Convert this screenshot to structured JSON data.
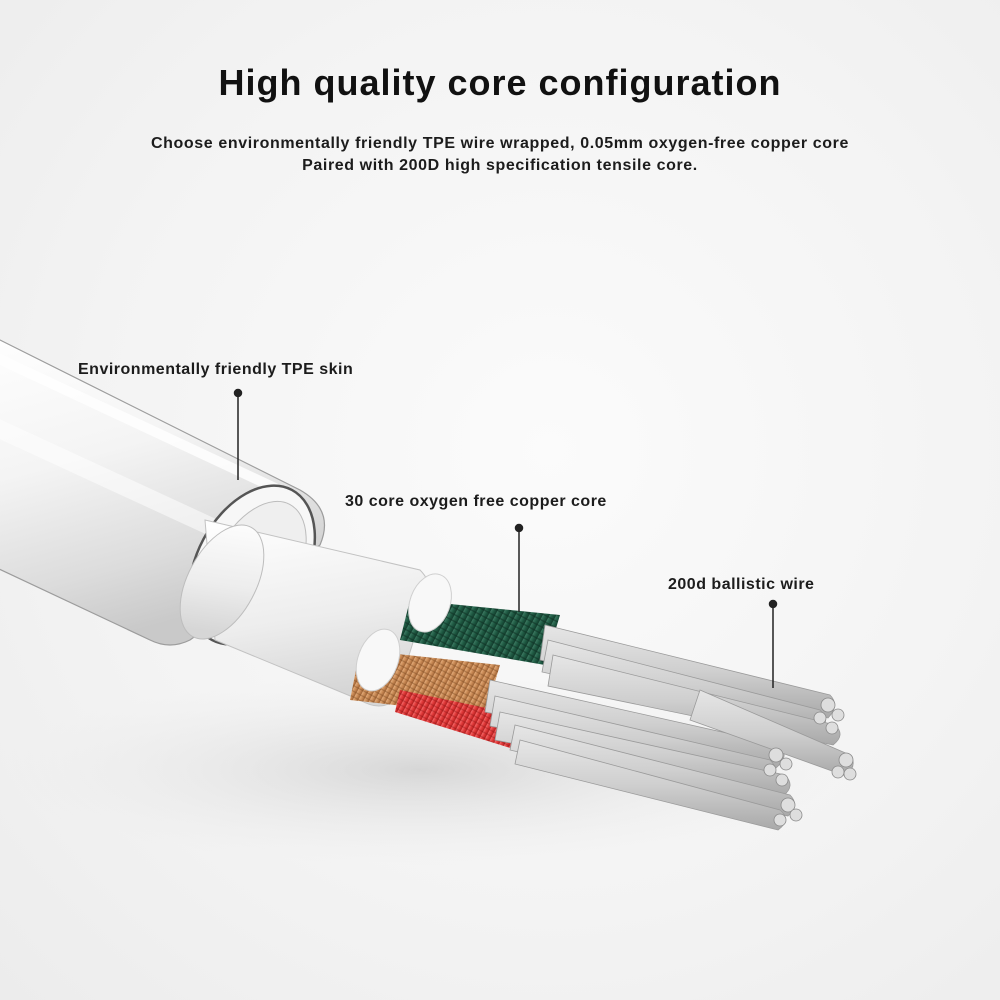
{
  "header": {
    "title": "High quality core configuration",
    "subtitle_line1": "Choose environmentally friendly TPE wire wrapped, 0.05mm oxygen-free copper core",
    "subtitle_line2": "Paired with 200D high specification tensile core."
  },
  "callouts": {
    "tpe_skin": "Environmentally friendly TPE skin",
    "copper_core": "30 core oxygen free copper core",
    "ballistic_wire": "200d ballistic wire"
  },
  "colors": {
    "background": "#f3f3f3",
    "text": "#111111",
    "green_wire": "#1f5a43",
    "copper_wire": "#c98a55",
    "red_wire": "#e03838",
    "ballistic_fiber": "#cfcfcf"
  }
}
